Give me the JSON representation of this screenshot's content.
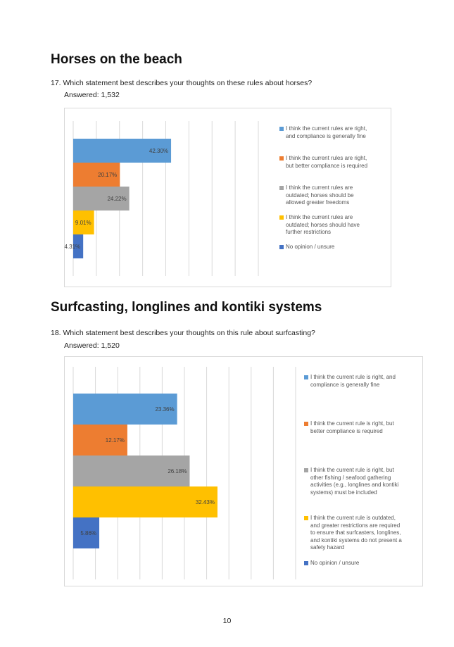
{
  "page_number": "10",
  "sections": [
    {
      "heading": "Horses on the beach",
      "question": "17.  Which statement best describes your thoughts on these rules about horses?",
      "answered": "Answered: 1,532"
    },
    {
      "heading": "Surfcasting, longlines and kontiki systems",
      "question": "18.  Which statement best describes your thoughts on this rule about surfcasting?",
      "answered": "Answered: 1,520"
    }
  ],
  "chart_data": [
    {
      "type": "bar",
      "orientation": "horizontal",
      "xlim": [
        0,
        80
      ],
      "grid": true,
      "legend_position": "right",
      "categories": [
        "I think the current rules are right, and compliance is generally fine",
        "I think the current rules are right, but better compliance is required",
        "I think the current rules are outdated; horses should be allowed greater freedoms",
        "I think the current rules are outdated; horses should have further restrictions",
        "No opinion / unsure"
      ],
      "values": [
        42.3,
        20.17,
        24.22,
        9.01,
        4.31
      ],
      "value_labels": [
        "42.30%",
        "20.17%",
        "24.22%",
        "9.01%",
        "4.31%"
      ],
      "colors": [
        "#5b9bd5",
        "#ed7d31",
        "#a5a5a5",
        "#ffc000",
        "#4472c4"
      ],
      "legend_lines": [
        [
          "I think the current rules are right,",
          "and compliance is generally fine"
        ],
        [
          "I think the current rules are right,",
          "but better compliance is required"
        ],
        [
          "I think the current rules are",
          "outdated; horses should be",
          "allowed greater freedoms"
        ],
        [
          "I think the current rules are",
          "outdated; horses should have",
          "further restrictions"
        ],
        [
          "No opinion / unsure"
        ]
      ]
    },
    {
      "type": "bar",
      "orientation": "horizontal",
      "xlim": [
        0,
        50
      ],
      "grid": true,
      "legend_position": "right",
      "categories": [
        "I think the current rule is right, and compliance is generally fine",
        "I think the current rule is right, but better compliance is required",
        "I think the current rule is right, but other fishing / seafood gathering activities (e.g., longlines and kontiki systems) must be included",
        "I think the current rule is outdated, and greater restrictions are required to ensure that surfcasters, longlines, and kontiki systems do not present a safety hazard",
        "No opinion / unsure"
      ],
      "values": [
        23.36,
        12.17,
        26.18,
        32.43,
        5.86
      ],
      "value_labels": [
        "23.36%",
        "12.17%",
        "26.18%",
        "32.43%",
        "5.86%"
      ],
      "colors": [
        "#5b9bd5",
        "#ed7d31",
        "#a5a5a5",
        "#ffc000",
        "#4472c4"
      ],
      "legend_lines": [
        [
          "I think the current rule is right, and",
          "compliance is generally fine"
        ],
        [
          "I think the current rule is right, but",
          "better compliance is required"
        ],
        [
          "I think the current rule is right, but",
          "other fishing / seafood gathering",
          "activities (e.g., longlines and kontiki",
          "systems) must be included"
        ],
        [
          "I think the current rule is outdated,",
          "and greater restrictions are required",
          "to ensure that surfcasters, longlines,",
          "and kontiki systems do not present a",
          "safety hazard"
        ],
        [
          "No opinion / unsure"
        ]
      ]
    }
  ]
}
